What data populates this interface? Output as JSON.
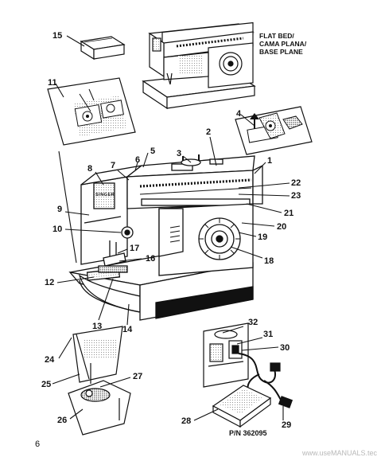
{
  "page_number": "6",
  "part_number": "P/N 362095",
  "watermark": "www.useMANUALS.tech",
  "brand": "SINGER",
  "flat_bed_caption": [
    "FLAT BED/",
    "CAMA PLANA/",
    "BASE PLANE"
  ],
  "callouts": [
    "1",
    "2",
    "3",
    "4",
    "5",
    "6",
    "7",
    "8",
    "9",
    "10",
    "11",
    "12",
    "13",
    "14",
    "15",
    "16",
    "17",
    "18",
    "19",
    "20",
    "21",
    "22",
    "23",
    "24",
    "25",
    "26",
    "27",
    "28",
    "29",
    "30",
    "31",
    "32"
  ]
}
